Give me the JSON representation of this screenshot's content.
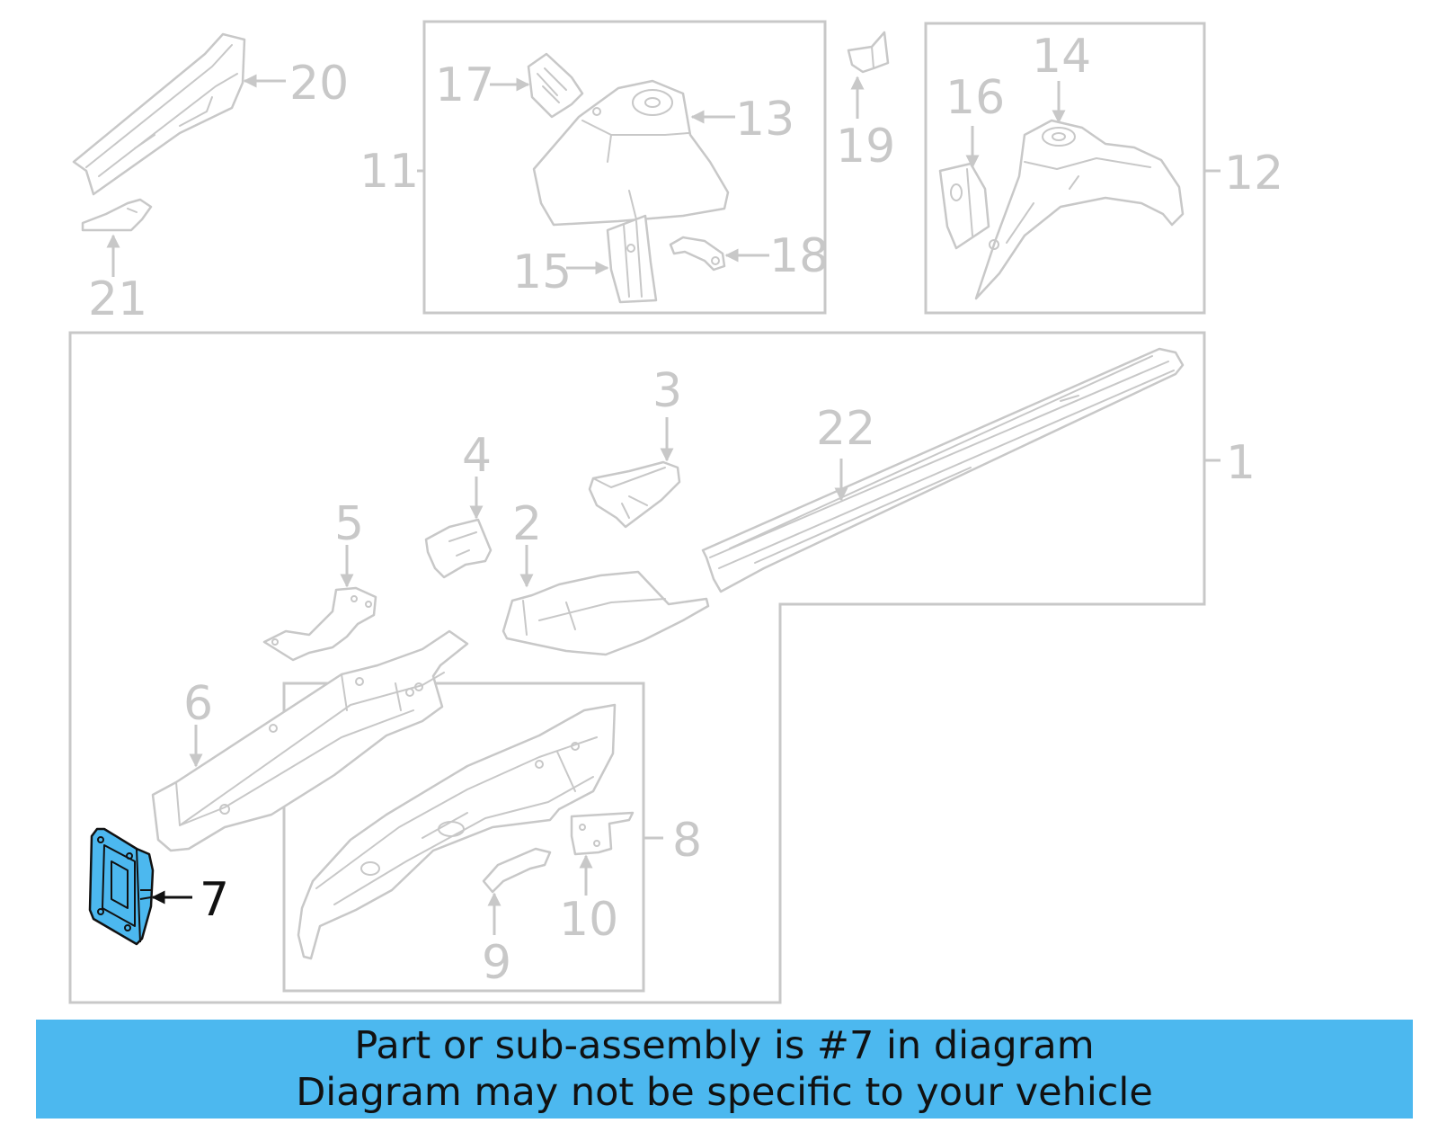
{
  "callouts": {
    "c1": "1",
    "c2": "2",
    "c3": "3",
    "c4": "4",
    "c5": "5",
    "c6": "6",
    "c7": "7",
    "c8": "8",
    "c9": "9",
    "c10": "10",
    "c11": "11",
    "c12": "12",
    "c13": "13",
    "c14": "14",
    "c15": "15",
    "c16": "16",
    "c17": "17",
    "c18": "18",
    "c19": "19",
    "c20": "20",
    "c21": "21",
    "c22": "22"
  },
  "highlighted_part": "7",
  "banner": {
    "line1": "Part or sub-assembly is #7 in diagram",
    "line2": "Diagram may not be specific to your vehicle"
  },
  "colors": {
    "highlight": "#4cb8ef",
    "banner_background": "#4cb8ef",
    "line_gray": "#c8c8c8",
    "active_text": "#111111"
  }
}
